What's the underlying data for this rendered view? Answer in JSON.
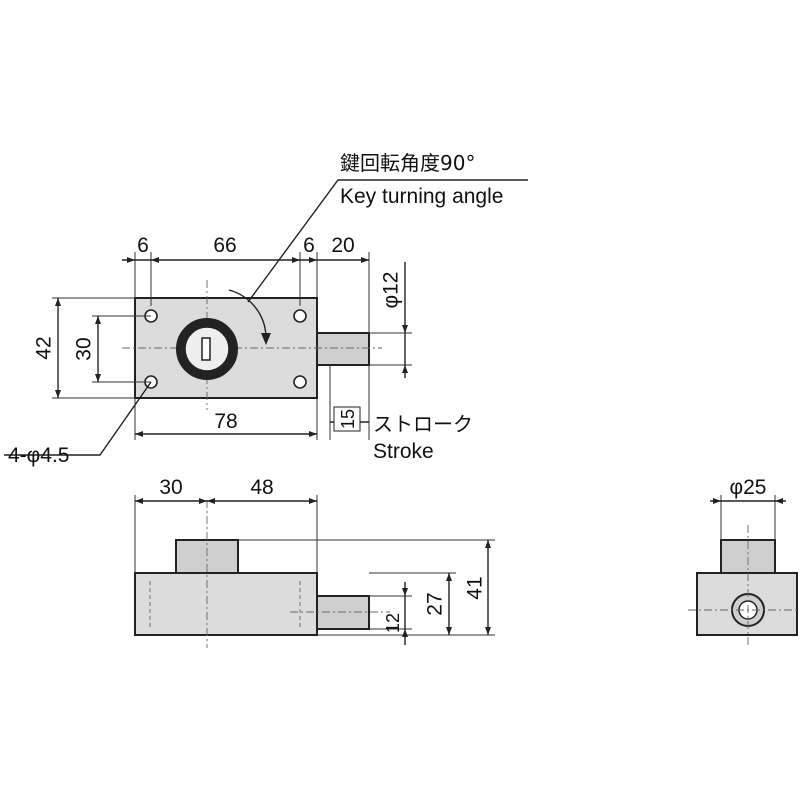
{
  "annotations": {
    "key_angle_jp": "鍵回転角度90°",
    "key_angle_en": "Key turning angle",
    "stroke_jp": "ストローク",
    "stroke_en": "Stroke"
  },
  "dimensions": {
    "front_top_left": "6",
    "front_top_mid": "66",
    "front_top_right": "6",
    "front_top_bolt": "20",
    "front_height_outer": "42",
    "front_height_inner": "30",
    "front_width": "78",
    "mount_holes": "4-φ4.5",
    "bolt_diameter": "φ12",
    "stroke_value": "15",
    "side_left": "30",
    "side_right": "48",
    "side_total_height": "41",
    "side_bolt_height": "27",
    "side_bolt_size": "12",
    "end_diameter": "φ25"
  }
}
